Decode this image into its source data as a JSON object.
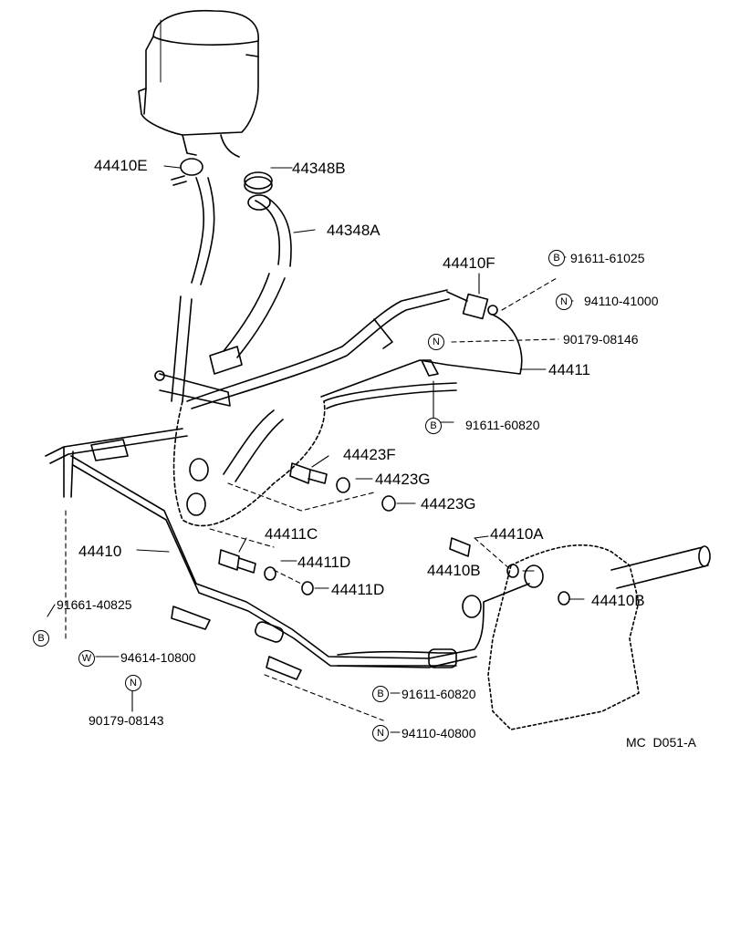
{
  "diagram_code": "MC  D051-A",
  "parts": {
    "p44410E": "44410E",
    "p44348B": "44348B",
    "p44348A": "44348A",
    "p44410F": "44410F",
    "p44411": "44411",
    "p44423F": "44423F",
    "p44423G_1": "44423G",
    "p44423G_2": "44423G",
    "p44411C": "44411C",
    "p44411D_1": "44411D",
    "p44411D_2": "44411D",
    "p44410A": "44410A",
    "p44410B_1": "44410B",
    "p44410B_2": "44410B",
    "p44410": "44410"
  },
  "refs": {
    "r91611_61025": "91611-61025",
    "r94110_41000": "94110-41000",
    "r90179_08146": "90179-08146",
    "r91611_60820_top": "91611-60820",
    "r91661_40825": "91661-40825",
    "r94614_10800": "94614-10800",
    "r90179_08143": "90179-08143",
    "r91611_60820_bot": "91611-60820",
    "r94110_40800": "94110-40800"
  },
  "markers": {
    "B": "B",
    "N": "N",
    "W": "W"
  }
}
